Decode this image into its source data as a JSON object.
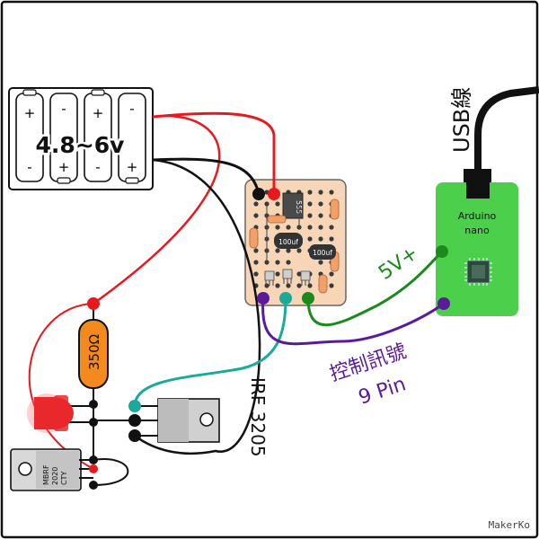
{
  "battery": {
    "label": "4.8~6v",
    "cells": [
      [
        "+",
        "-"
      ],
      [
        "-",
        "+"
      ],
      [
        "+",
        "-"
      ],
      [
        "-",
        "+"
      ]
    ]
  },
  "resistor": {
    "label": "350Ω",
    "color": "#f28a1e"
  },
  "mosfet": {
    "label": "IRF 3205"
  },
  "diode": {
    "label_lines": [
      "MBRF",
      "2020",
      "CTY"
    ]
  },
  "led": {
    "color": "#e8282a"
  },
  "arduino": {
    "name_line1": "Arduino",
    "name_line2": "nano",
    "color": "#4cd04c"
  },
  "usb": {
    "label": "USB線"
  },
  "protoboard": {
    "chip_label": "555",
    "cap1": "100uf",
    "cap2": "100uf",
    "color": "#f6d6b6"
  },
  "labels": {
    "five_volt": "5V+",
    "control_line1": "控制訊號",
    "control_line2": "9 Pin"
  },
  "wires": {
    "red": "#e8191e",
    "black": "#111111",
    "teal": "#1aaa99",
    "green": "#1a8a1a",
    "purple": "#5a1a9a"
  },
  "watermark": "MakerKo"
}
